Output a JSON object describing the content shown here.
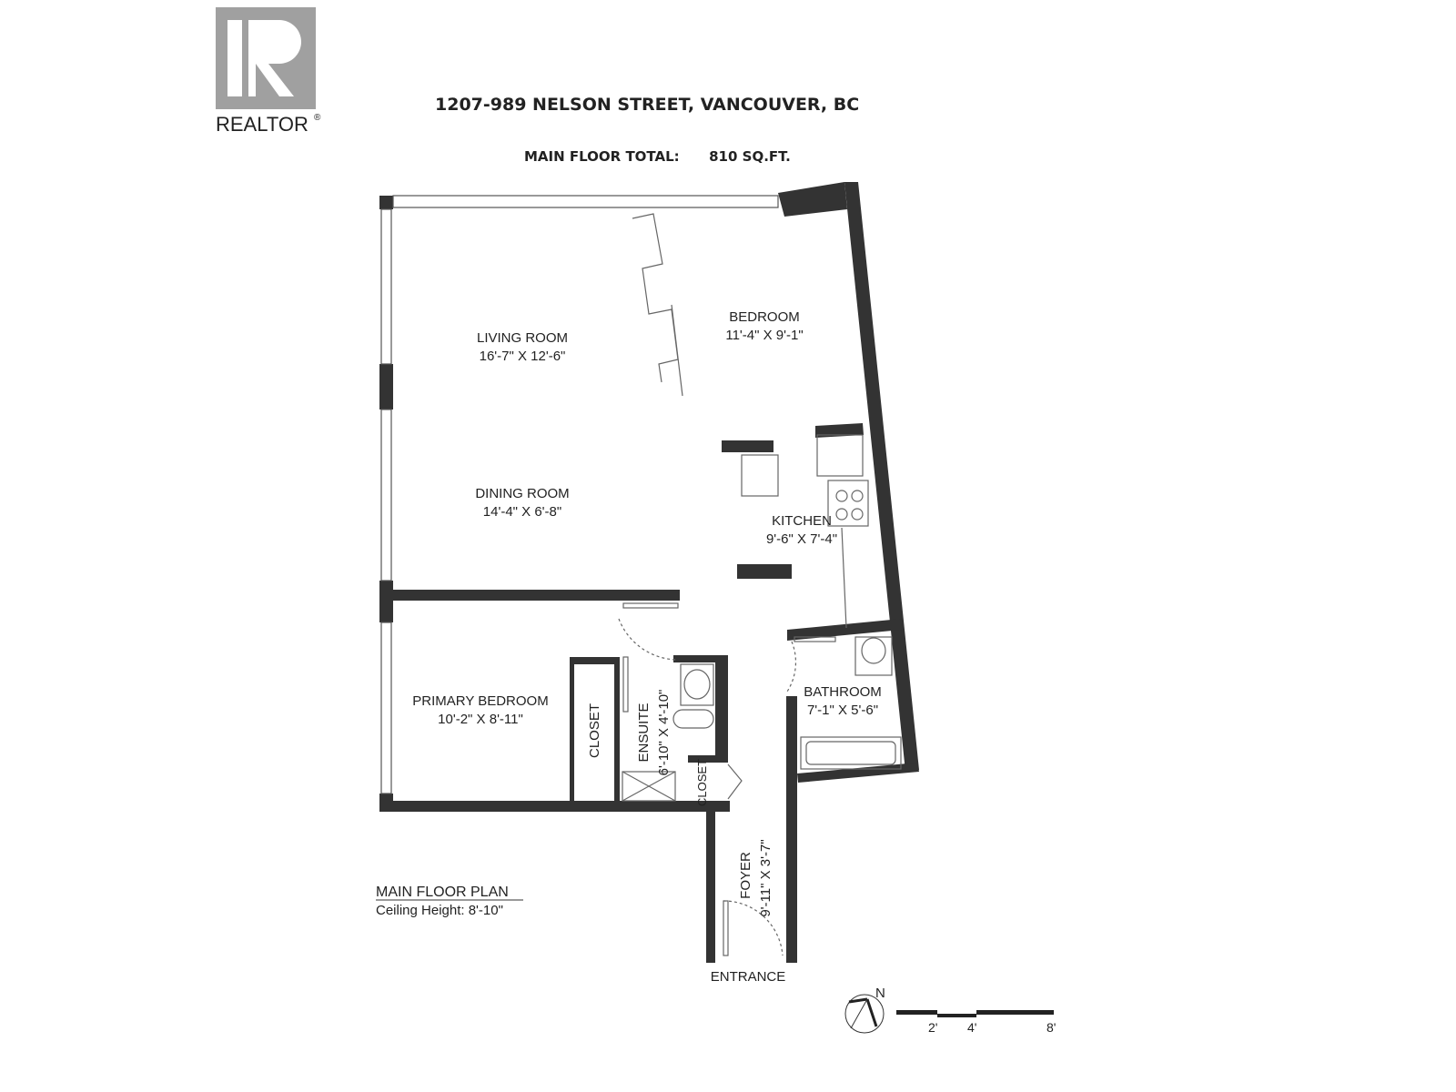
{
  "logo": {
    "text": "REALTOR",
    "mark": "®"
  },
  "header": {
    "address": "1207-989 NELSON STREET, VANCOUVER, BC",
    "total_label": "MAIN FLOOR TOTAL:",
    "total_value": "810 SQ.FT."
  },
  "rooms": {
    "living": {
      "name": "LIVING ROOM",
      "dims": "16'-7\" X 12'-6\""
    },
    "bedroom": {
      "name": "BEDROOM",
      "dims": "11'-4\" X 9'-1\""
    },
    "dining": {
      "name": "DINING ROOM",
      "dims": "14'-4\" X 6'-8\""
    },
    "kitchen": {
      "name": "KITCHEN",
      "dims": "9'-6\" X 7'-4\""
    },
    "primary": {
      "name": "PRIMARY BEDROOM",
      "dims": "10'-2\" X 8'-11\""
    },
    "closet1": {
      "name": "CLOSET"
    },
    "ensuite": {
      "name": "ENSUITE",
      "dims": "6'-10\" X 4'-10\""
    },
    "closet2": {
      "name": "CLOSET"
    },
    "bathroom": {
      "name": "BATHROOM",
      "dims": "7'-1\" X 5'-6\""
    },
    "foyer": {
      "name": "FOYER",
      "dims": "9'-11\" X 3'-7\""
    }
  },
  "entrance": "ENTRANCE",
  "plan": {
    "title": "MAIN FLOOR PLAN",
    "ceiling": "Ceiling Height: 8'-10\""
  },
  "compass": {
    "label": "N"
  },
  "scale": {
    "ticks": [
      "2'",
      "4'",
      "8'"
    ]
  },
  "colors": {
    "wall": "#333333",
    "logo": "#a0a0a0"
  }
}
